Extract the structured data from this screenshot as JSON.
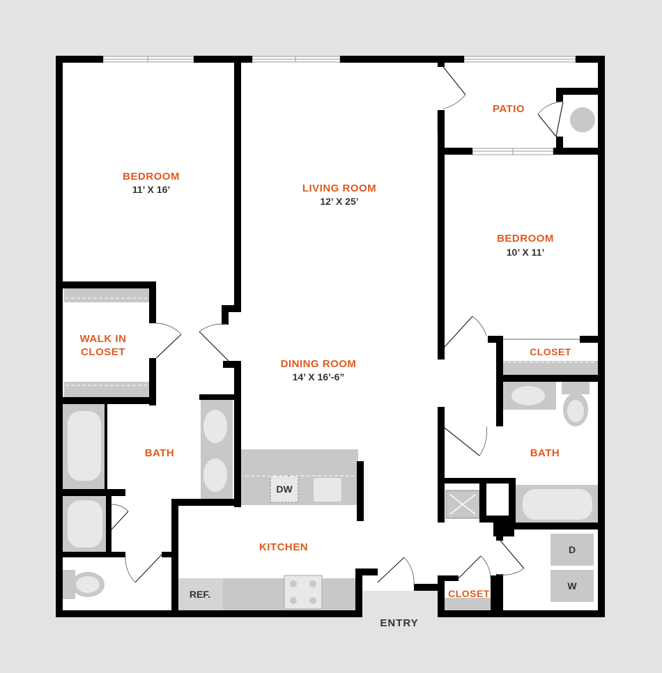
{
  "rooms": {
    "bedroom_1": {
      "name": "BEDROOM",
      "dims": "11’ X 16’"
    },
    "living_room": {
      "name": "LIVING ROOM",
      "dims": "12’ X 25’"
    },
    "patio": {
      "name": "PATIO"
    },
    "bedroom_2": {
      "name": "BEDROOM",
      "dims": "10’ X 11’"
    },
    "walk_in_closet": {
      "line1": "WALK IN",
      "line2": "CLOSET"
    },
    "dining_room": {
      "name": "DINING ROOM",
      "dims": "14’ X 16’-6”"
    },
    "closet_bedroom_2": {
      "name": "CLOSET"
    },
    "bath_1": {
      "name": "BATH"
    },
    "bath_2": {
      "name": "BATH"
    },
    "kitchen": {
      "name": "KITCHEN"
    },
    "closet_entry": {
      "name": "CLOSET"
    }
  },
  "fixtures": {
    "dishwasher": "DW",
    "refrigerator": "REF.",
    "dryer": "D",
    "washer": "W"
  },
  "entry_label": "ENTRY",
  "colors": {
    "room_label": "#de5a1f",
    "walls": "#000000",
    "fixtures": "#c8c8c8",
    "background": "#e3e3e3",
    "floor": "#ffffff"
  }
}
